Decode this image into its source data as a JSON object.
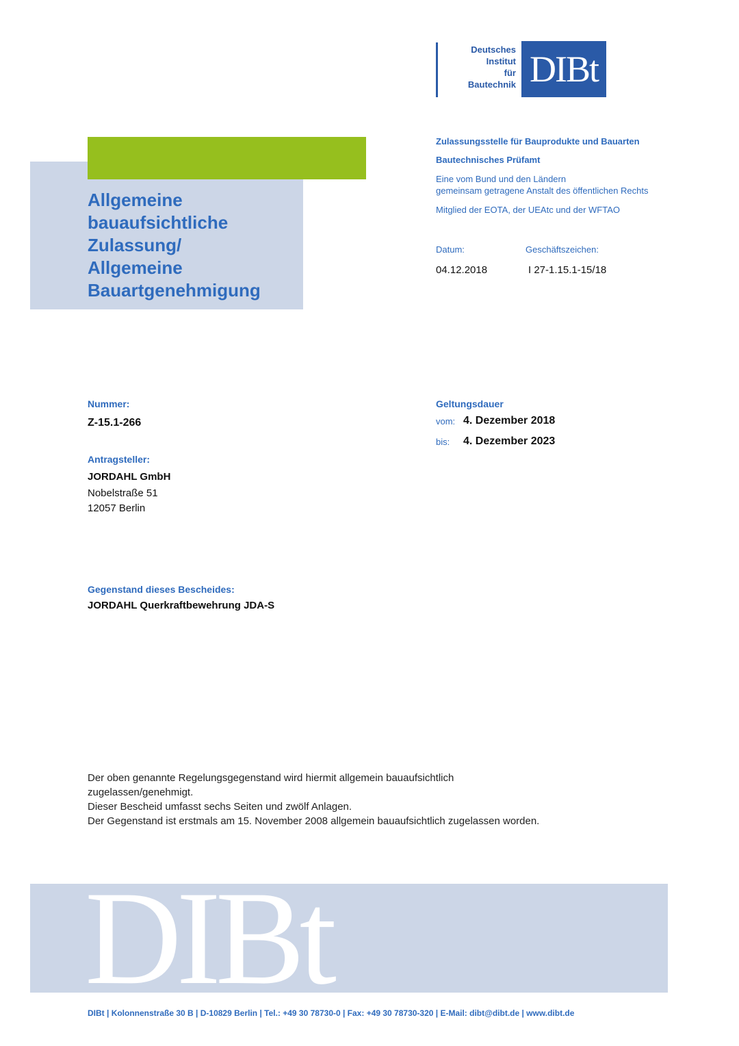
{
  "logo": {
    "text_lines": [
      "Deutsches",
      "Institut",
      "für",
      "Bautechnik"
    ],
    "mark": "DIBt"
  },
  "title": {
    "lines": [
      "Allgemeine",
      "bauaufsichtliche",
      "Zulassung/",
      "Allgemeine",
      "Bauartgenehmigung"
    ]
  },
  "info": {
    "line1": "Zulassungsstelle für Bauprodukte und Bauarten",
    "line2": "Bautechnisches Prüfamt",
    "line3a": "Eine vom Bund und den Ländern",
    "line3b": "gemeinsam getragene Anstalt des öffentlichen Rechts",
    "line4": "Mitglied der EOTA, der UEAtc und der WFTAO"
  },
  "meta": {
    "datum_label": "Datum:",
    "datum_value": "04.12.2018",
    "geschaeft_label": "Geschäftszeichen:",
    "geschaeft_value": "I 27-1.15.1-15/18"
  },
  "nummer": {
    "label": "Nummer:",
    "value": "Z-15.1-266"
  },
  "geltung": {
    "label": "Geltungsdauer",
    "vom_label": "vom:",
    "vom_value": "4. Dezember 2018",
    "bis_label": "bis:",
    "bis_value": "4. Dezember 2023"
  },
  "antrag": {
    "label": "Antragsteller:",
    "name": "JORDAHL GmbH",
    "street": "Nobelstraße 51",
    "city": "12057 Berlin"
  },
  "gegenstand": {
    "label": "Gegenstand dieses Bescheides:",
    "value": "JORDAHL Querkraftbewehrung JDA-S"
  },
  "paragraph": {
    "line1": "Der oben genannte Regelungsgegenstand wird hiermit allgemein bauaufsichtlich",
    "line2": "zugelassen/genehmigt.",
    "line3": "Dieser Bescheid umfasst sechs Seiten und zwölf Anlagen.",
    "line4": "Der Gegenstand ist erstmals am 15. November 2008 allgemein bauaufsichtlich zugelassen worden."
  },
  "footer": {
    "mark": "DIBt",
    "contact": "DIBt | Kolonnenstraße 30 B | D-10829 Berlin | Tel.: +49 30 78730-0 | Fax: +49 30 78730-320 | E-Mail: dibt@dibt.de | www.dibt.de"
  },
  "colors": {
    "brand_blue": "#2a5aa7",
    "light_blue": "#ccd6e7",
    "green": "#96bf1e"
  }
}
